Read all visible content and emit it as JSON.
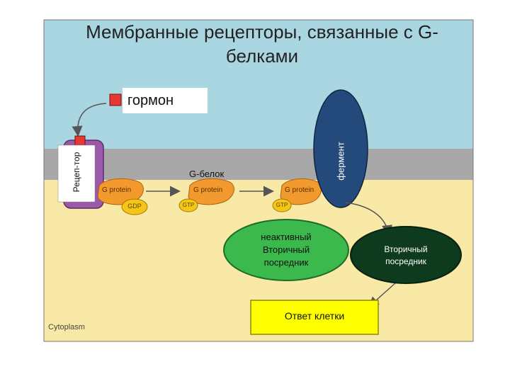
{
  "title": "Мембранные рецепторы, связанные с G-белками",
  "labels": {
    "hormone": "гормон",
    "receptor": "Рецеп-тор",
    "enzyme": "фермент",
    "g_protein_ru": "G-белок",
    "inactive_messenger": "неактивный Вторичный посредник",
    "second_messenger": "Вторичный посредник",
    "cell_response": "Ответ клетки",
    "cytoplasm": "Cytoplasm",
    "g_protein_en": "G protein",
    "gdp": "GDP",
    "gtp": "GTP"
  },
  "colors": {
    "extracellular": "#a9d6e0",
    "membrane": "#a8a8a8",
    "cytoplasm": "#f8e9a6",
    "receptor": "#9a5aa8",
    "hormone": "#e53935",
    "g_protein": "#f29a2e",
    "nucleotide": "#f5c518",
    "enzyme": "#234a7a",
    "inactive_messenger": "#3cb94c",
    "second_messenger": "#0e3b1e",
    "response_box": "#ffff00"
  }
}
